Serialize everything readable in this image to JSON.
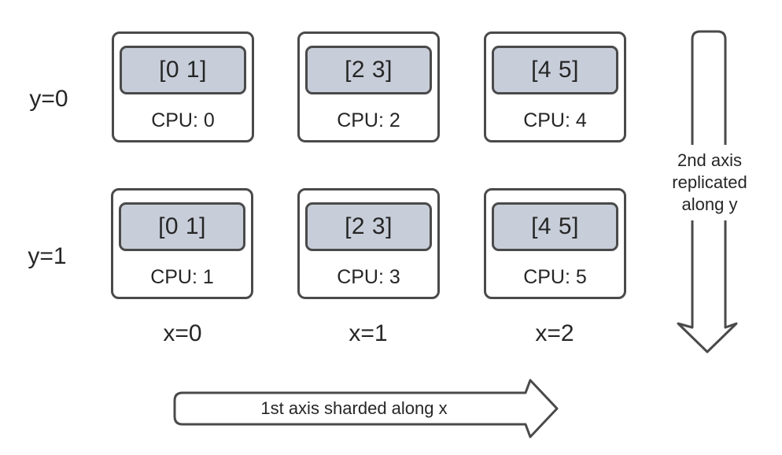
{
  "colors": {
    "shard-fill": "#c8ced9",
    "stroke": "#4a4a4a",
    "text": "#262626"
  },
  "diagram": {
    "row_labels": [
      "y=0",
      "y=1"
    ],
    "col_labels": [
      "x=0",
      "x=1",
      "x=2"
    ],
    "devices": [
      {
        "shard": "[0 1]",
        "cpu": "CPU: 0"
      },
      {
        "shard": "[2 3]",
        "cpu": "CPU: 2"
      },
      {
        "shard": "[4 5]",
        "cpu": "CPU: 4"
      },
      {
        "shard": "[0 1]",
        "cpu": "CPU: 1"
      },
      {
        "shard": "[2 3]",
        "cpu": "CPU: 3"
      },
      {
        "shard": "[4 5]",
        "cpu": "CPU: 5"
      }
    ],
    "arrows": {
      "vertical_label": "2nd axis replicated along y",
      "horizontal_label": "1st axis sharded along x"
    }
  }
}
